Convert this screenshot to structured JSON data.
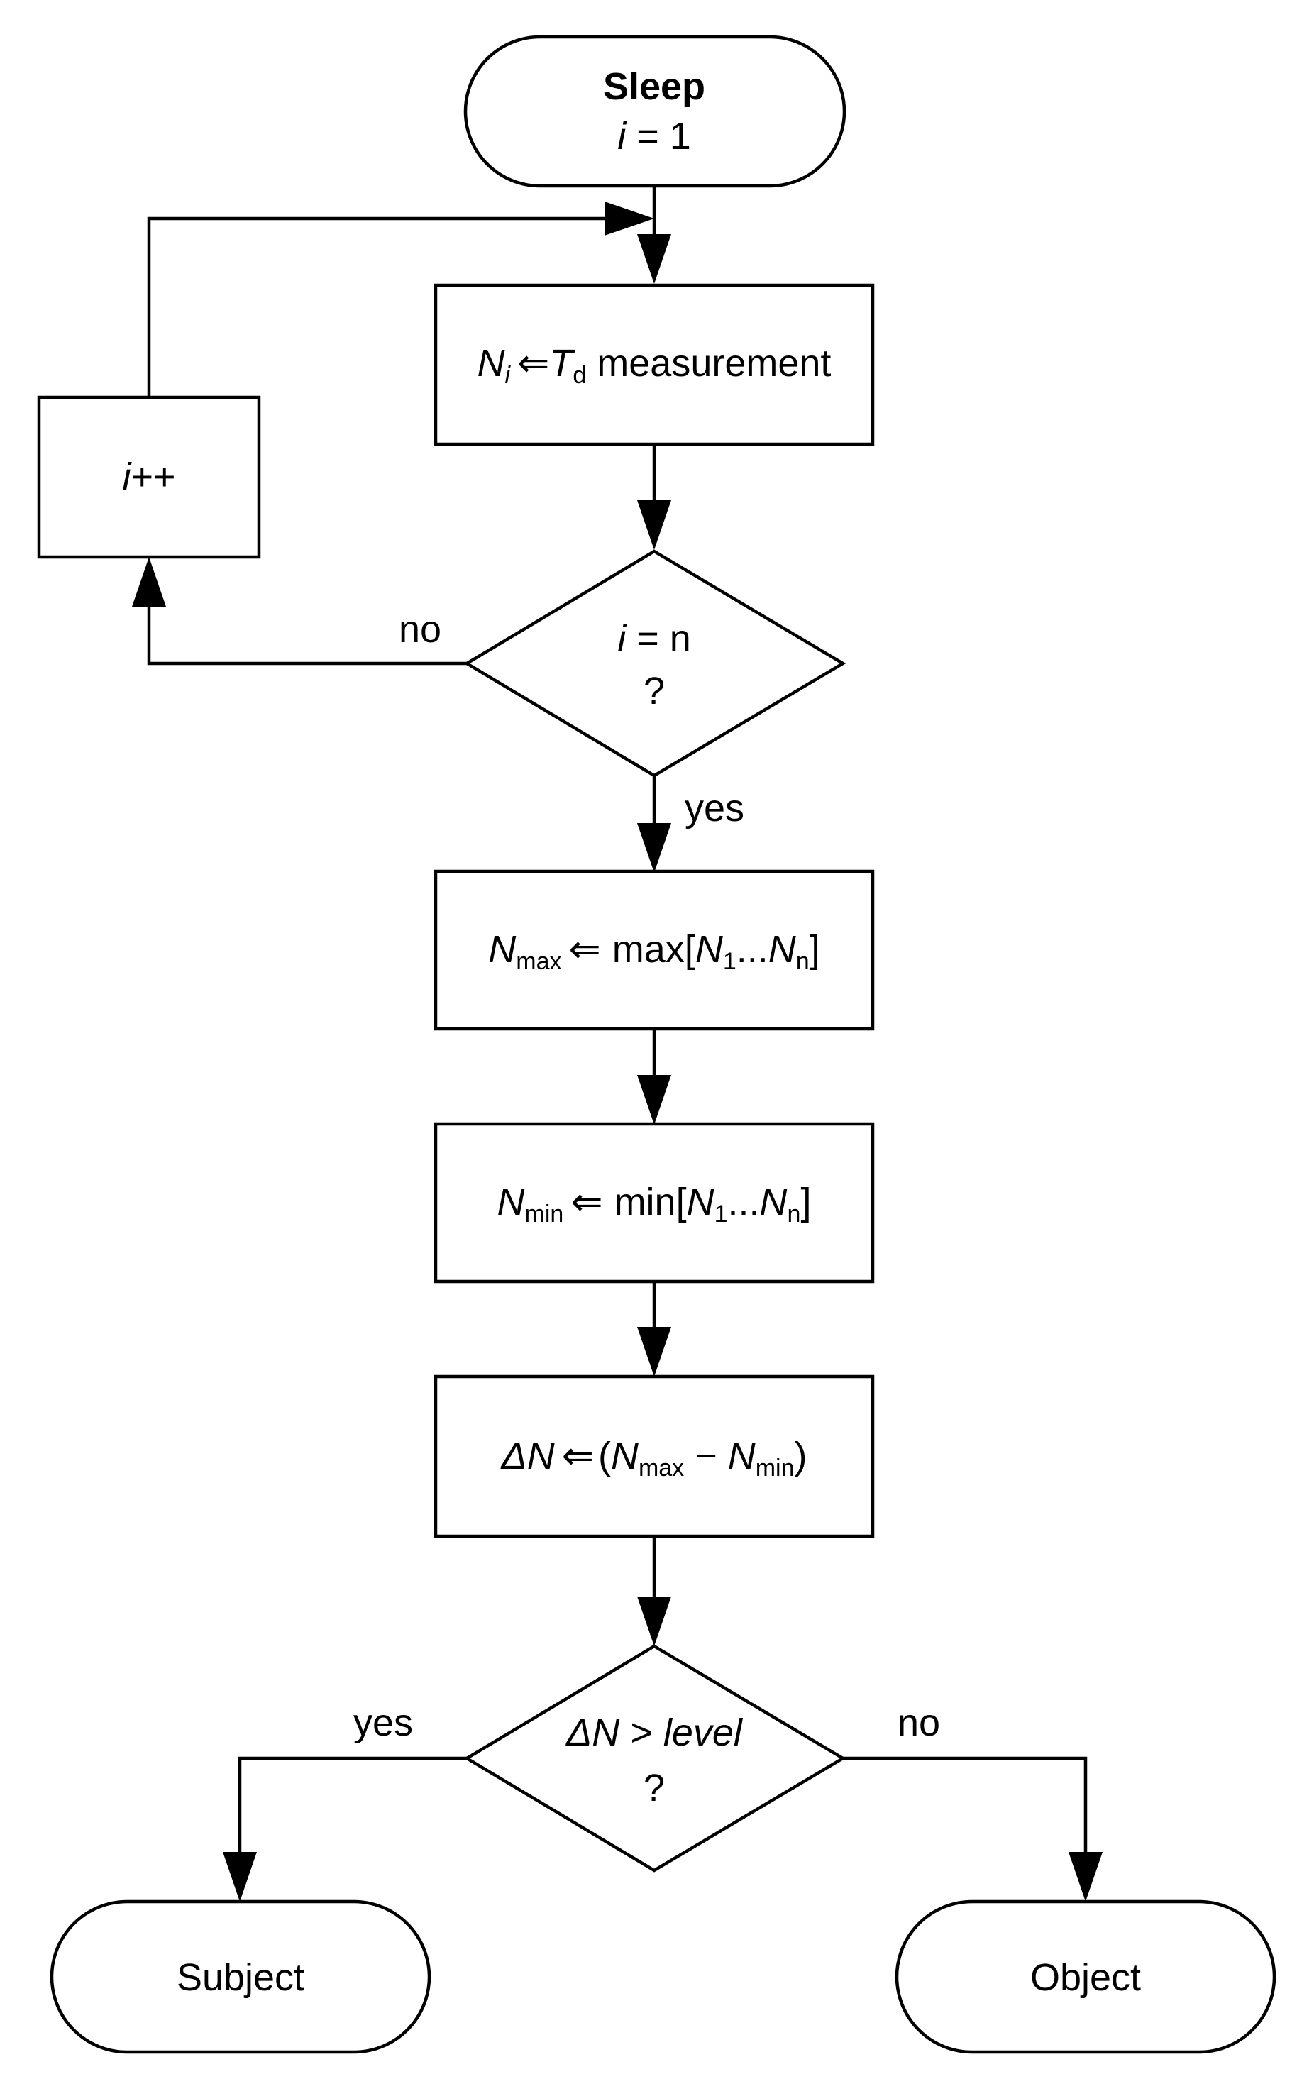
{
  "start": {
    "title": "Sleep",
    "init_var": "i",
    "init_rest": " = 1"
  },
  "measure": {
    "lhs": "N",
    "lhs_sub": "i",
    "arrow": "⇐",
    "t": "T",
    "t_sub": "d",
    "text": " measurement"
  },
  "increment": {
    "var": "i",
    "op": "++"
  },
  "loop_check": {
    "var": "i",
    "rest": " = n",
    "q": "?",
    "no_label": "no",
    "yes_label": "yes"
  },
  "max_step": {
    "lhs": "N",
    "lhs_sub": "max",
    "arrow": "⇐",
    "fn": "max[",
    "a": "N",
    "a_sub": "1",
    "dots": "...",
    "b": "N",
    "b_sub": "n",
    "close": "]"
  },
  "min_step": {
    "lhs": "N",
    "lhs_sub": "min",
    "arrow": "⇐",
    "fn": "min[",
    "a": "N",
    "a_sub": "1",
    "dots": "...",
    "b": "N",
    "b_sub": "n",
    "close": "]"
  },
  "delta_step": {
    "lhs": "ΔN",
    "arrow": "⇐",
    "open": "(",
    "a": "N",
    "a_sub": "max",
    "minus": " − ",
    "b": "N",
    "b_sub": "min",
    "close": ")"
  },
  "level_check": {
    "lhs": "ΔN",
    "gt": " > ",
    "rhs": "level",
    "q": "?",
    "yes_label": "yes",
    "no_label": "no"
  },
  "subject": {
    "label": "Subject"
  },
  "object": {
    "label": "Object"
  }
}
